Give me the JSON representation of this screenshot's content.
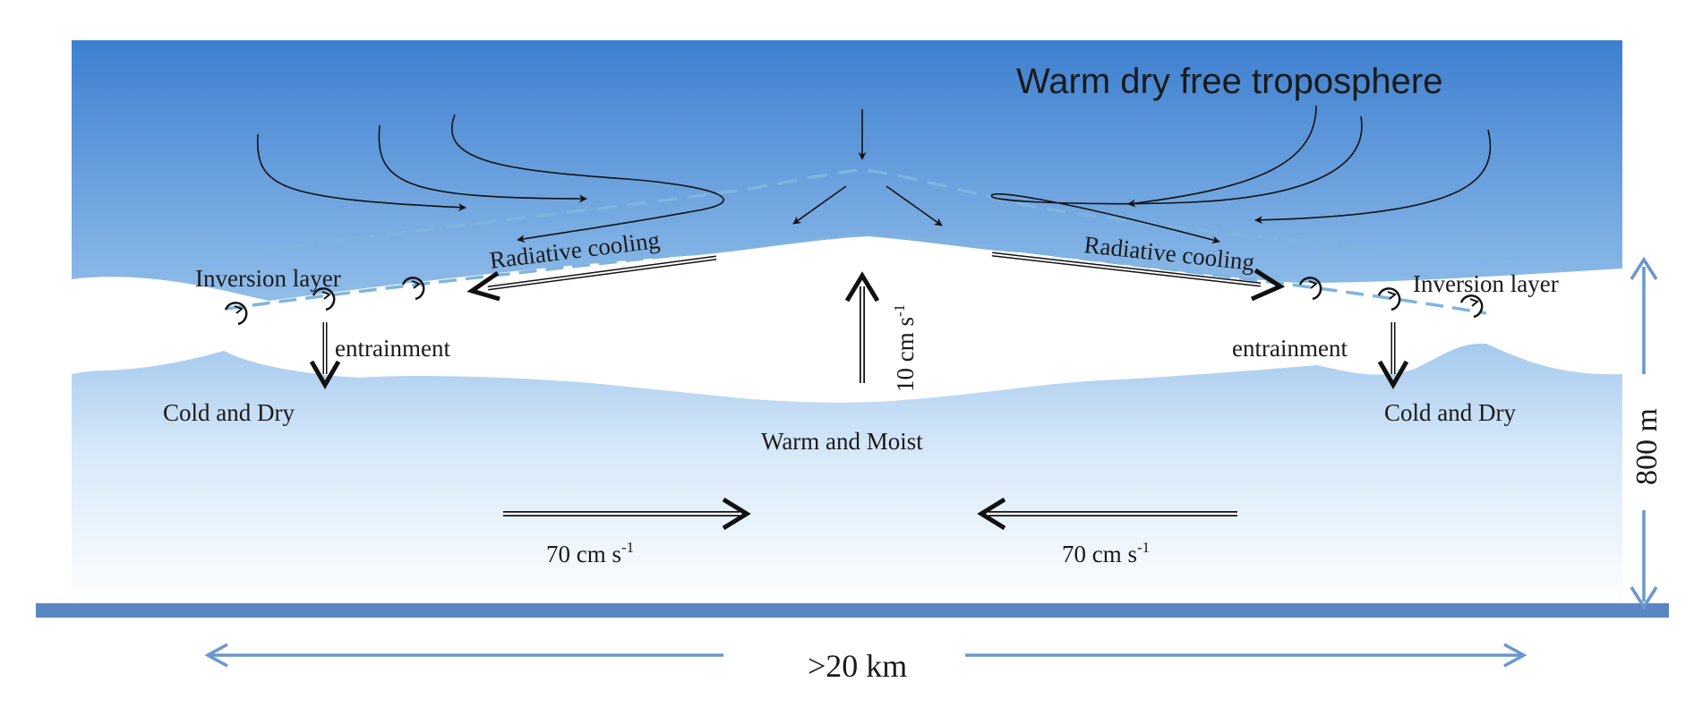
{
  "labels": {
    "free_troposphere": "Warm dry free troposphere",
    "radiative_cooling_left": "Radiative cooling",
    "radiative_cooling_right": "Radiative cooling",
    "inversion_layer_left": "Inversion layer",
    "inversion_layer_right": "Inversion layer",
    "entrainment_left": "entrainment",
    "entrainment_right": "entrainment",
    "cold_dry_left": "Cold and Dry",
    "cold_dry_right": "Cold and Dry",
    "warm_moist": "Warm and Moist",
    "updraft_speed": "10 cm s",
    "updraft_speed_exp": "-1",
    "inflow_left": "70 cm s",
    "inflow_left_exp": "-1",
    "inflow_right": "70 cm s",
    "inflow_right_exp": "-1",
    "height_scale": "800 m",
    "width_scale": ">20 km"
  },
  "colors": {
    "sky_top": "#3d7fd0",
    "sky_bottom": "#ffffff",
    "ground": "#5b86c4",
    "scale_arrows": "#6a96cf",
    "inversion_dash": "#7fb4e0",
    "cloud": "#ffffff",
    "arrows": "#111111"
  }
}
